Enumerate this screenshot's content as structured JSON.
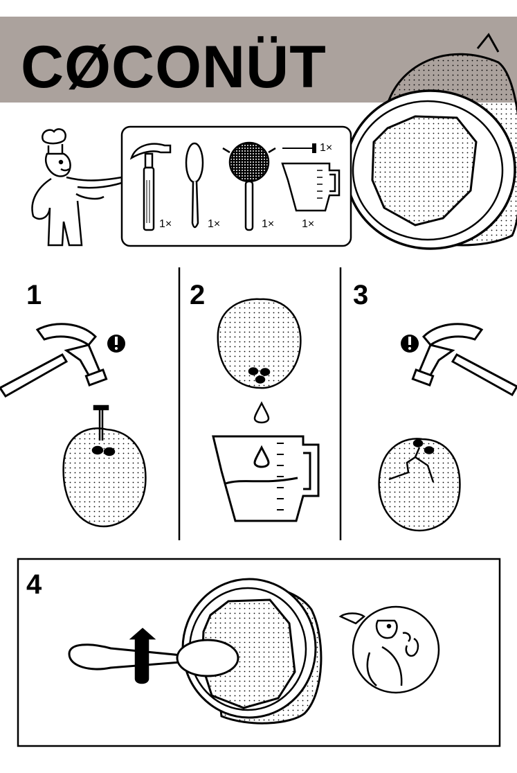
{
  "title": "CØCONÜT",
  "colors": {
    "banner": "#aba29d",
    "ink": "#000000",
    "paper": "#ffffff"
  },
  "tools": [
    {
      "icon": "hammer-icon",
      "quantity": "1×"
    },
    {
      "icon": "spoon-icon",
      "quantity": "1×"
    },
    {
      "icon": "strainer-icon",
      "quantity": "1×"
    },
    {
      "icon": "nail-icon",
      "quantity": "1×"
    },
    {
      "icon": "measuring-jug-icon",
      "quantity": "1×"
    }
  ],
  "steps": [
    {
      "number": "1",
      "icons": [
        "hammer-icon",
        "warning-icon",
        "nail-icon",
        "coconut-icon"
      ]
    },
    {
      "number": "2",
      "icons": [
        "coconut-icon",
        "drop-icon",
        "measuring-jug-icon"
      ]
    },
    {
      "number": "3",
      "icons": [
        "hammer-icon",
        "warning-icon",
        "cracked-coconut-icon"
      ]
    },
    {
      "number": "4",
      "icons": [
        "spoon-icon",
        "rotate-arrow-icon",
        "coconut-half-icon",
        "happy-character-icon"
      ]
    }
  ]
}
